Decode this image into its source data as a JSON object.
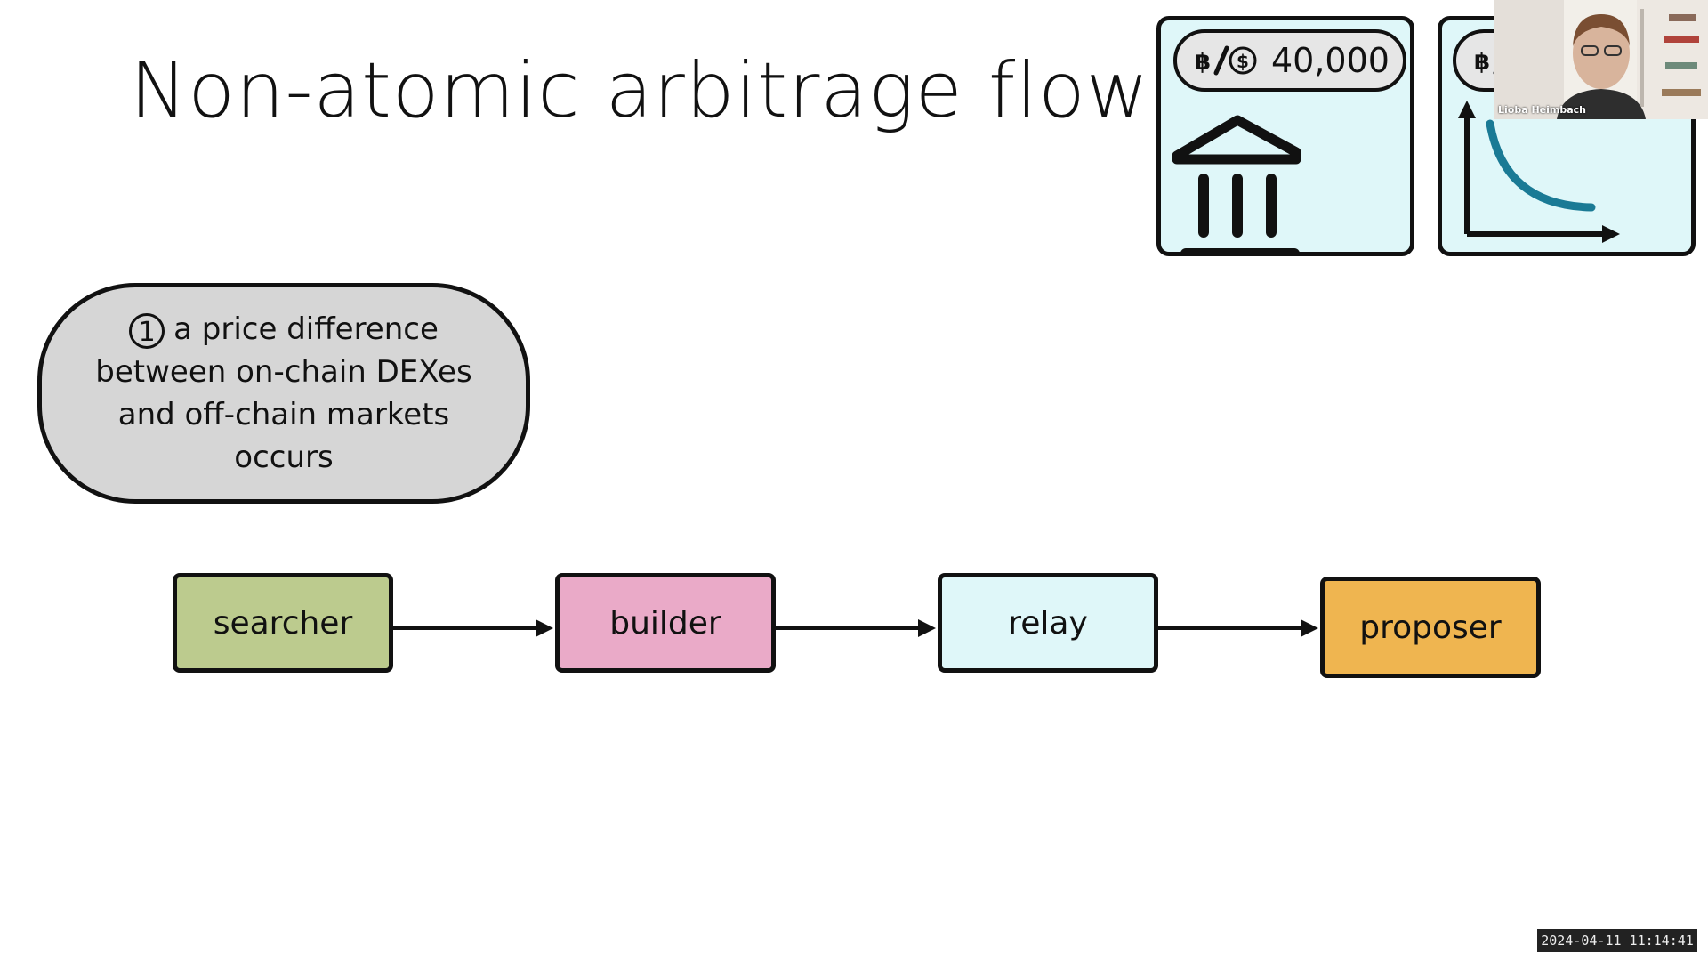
{
  "slide": {
    "title": "Non-atomic arbitrage flow"
  },
  "panels": {
    "cex": {
      "price": "40,000",
      "pair_icon": "btc-usd-pair-icon",
      "illustration": "bank-building-icon"
    },
    "dex": {
      "pair_icon": "btc-pair-icon",
      "illustration": "bonding-curve-chart-icon"
    }
  },
  "event": {
    "step_number": "1",
    "text": "a price difference between on-chain DEXes and off-chain markets occurs"
  },
  "flow": {
    "nodes": [
      {
        "label": "searcher",
        "color": "#bccb8e"
      },
      {
        "label": "builder",
        "color": "#eaaac8"
      },
      {
        "label": "relay",
        "color": "#dff7f9"
      },
      {
        "label": "proposer",
        "color": "#efb550"
      }
    ]
  },
  "video": {
    "participant_name": "Lioba Heimbach",
    "timestamp": "2024-04-11 11:14:41"
  }
}
